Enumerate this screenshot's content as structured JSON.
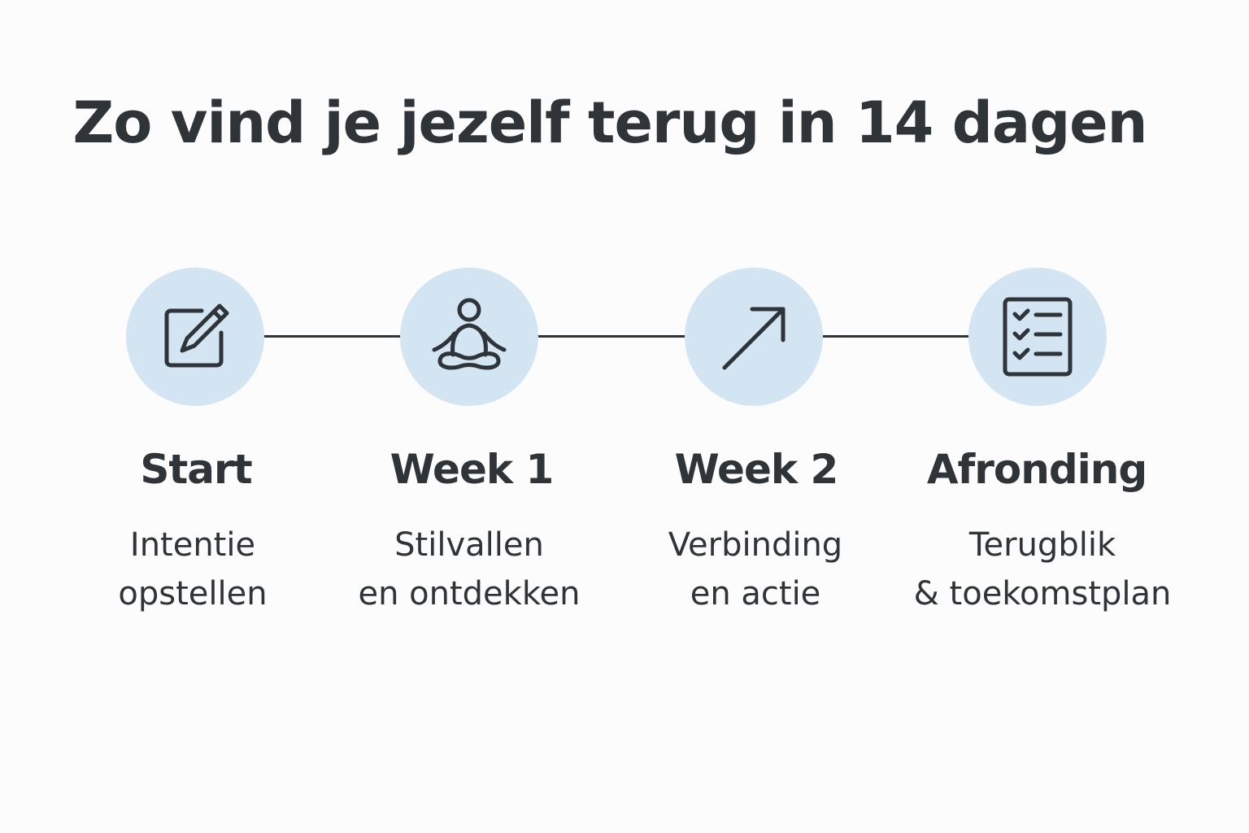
{
  "title": "Zo vind je jezelf terug in 14 dagen",
  "colors": {
    "circle_fill": "#d3e5f2",
    "ink": "#2f3439",
    "background": "#fcfcfc"
  },
  "steps": [
    {
      "icon": "pencil-square-icon",
      "label": "Start",
      "desc_line1": "Intentie",
      "desc_line2": "opstellen"
    },
    {
      "icon": "meditation-icon",
      "label": "Week 1",
      "desc_line1": "Stilvallen",
      "desc_line2": "en ontdekken"
    },
    {
      "icon": "arrow-up-right-icon",
      "label": "Week 2",
      "desc_line1": "Verbinding",
      "desc_line2": "en actie"
    },
    {
      "icon": "checklist-icon",
      "label": "Afronding",
      "desc_line1": "Terugblik",
      "desc_line2": "& toekomstplan"
    }
  ]
}
